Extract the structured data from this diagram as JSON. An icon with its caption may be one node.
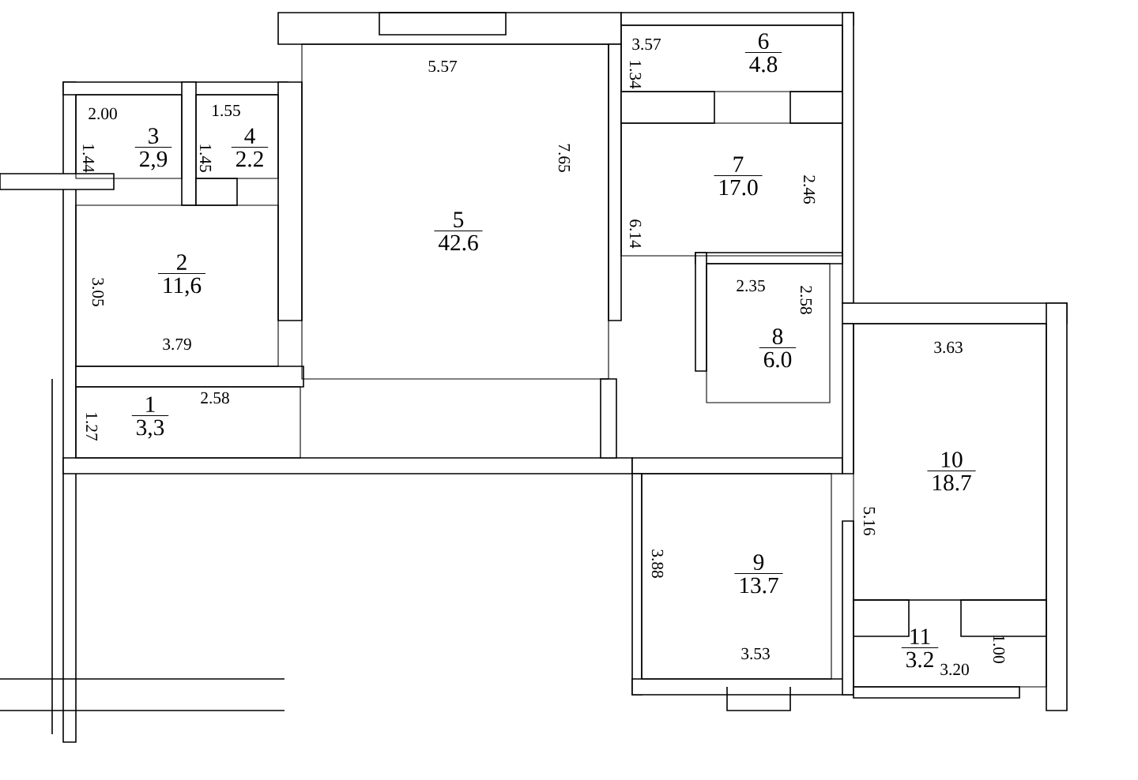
{
  "diagram": {
    "nodes": [
      {
        "text": [
          "1",
          "3,3"
        ]
      },
      {
        "text": [
          "2",
          "11,6"
        ]
      },
      {
        "text": [
          "3",
          "2,9"
        ]
      },
      {
        "text": [
          "4",
          "2.2"
        ]
      },
      {
        "text": [
          "5",
          "42.6"
        ]
      },
      {
        "text": [
          "6",
          "4.8"
        ]
      },
      {
        "text": [
          "7",
          "17.0"
        ]
      },
      {
        "text": [
          "8",
          "6.0"
        ]
      },
      {
        "text": [
          "9",
          "13.7"
        ]
      },
      {
        "text": [
          "10",
          "18.7"
        ]
      },
      {
        "text": [
          "11",
          "3.2"
        ]
      }
    ],
    "labels": [
      "5.57",
      "2.00",
      "1.55",
      "1.44",
      "1.45",
      "3.57",
      "1.34",
      "7.65",
      "6.14",
      "2.46",
      "3.05",
      "2.35",
      "2.58",
      "3.79",
      "3.63",
      "2.58",
      "1.27",
      "5.16",
      "3.88",
      "3.53",
      "1.00",
      "3.20"
    ]
  }
}
